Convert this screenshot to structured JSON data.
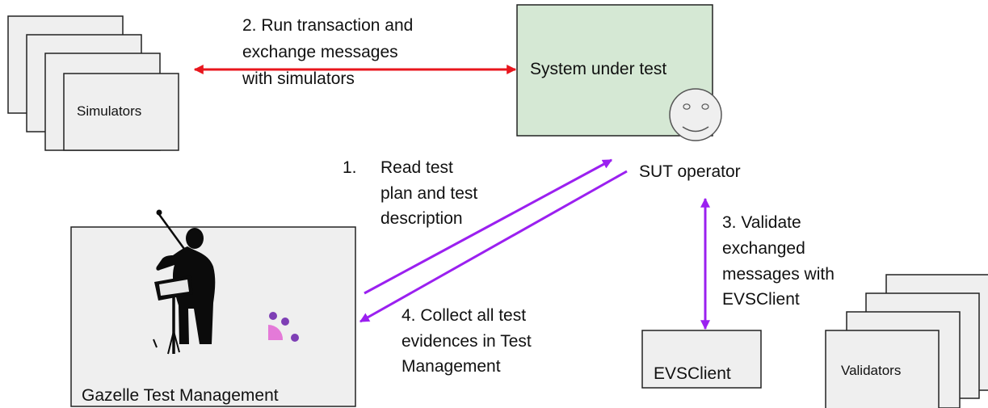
{
  "simulators": {
    "label": "Simulators"
  },
  "sut": {
    "label": "System under test"
  },
  "sut_operator": {
    "label": "SUT operator"
  },
  "gazelle": {
    "label": "Gazelle Test Management"
  },
  "evsclient": {
    "label": "EVSClient"
  },
  "validators": {
    "label": "Validators"
  },
  "steps": {
    "step1": {
      "number": "1.",
      "lines": [
        "Read test",
        "plan and test",
        "description"
      ]
    },
    "step2": {
      "lines": [
        "2. Run transaction and",
        "exchange messages",
        "with simulators"
      ]
    },
    "step3": {
      "lines": [
        "3. Validate",
        "exchanged",
        "messages with",
        "EVSClient"
      ]
    },
    "step4": {
      "lines": [
        "4. Collect all test",
        "evidences in Test",
        "Management"
      ]
    }
  },
  "colors": {
    "sim_arrow": "#e8161d",
    "purple_arrow": "#9b20f0",
    "sut_fill": "#d5e8d4",
    "box_fill": "#efefef",
    "logo_purple": "#7e3fb5",
    "logo_pink": "#e47ad8"
  },
  "icons": [
    "smiley-face-icon",
    "conductor-icon",
    "gazelle-logo-icon"
  ]
}
